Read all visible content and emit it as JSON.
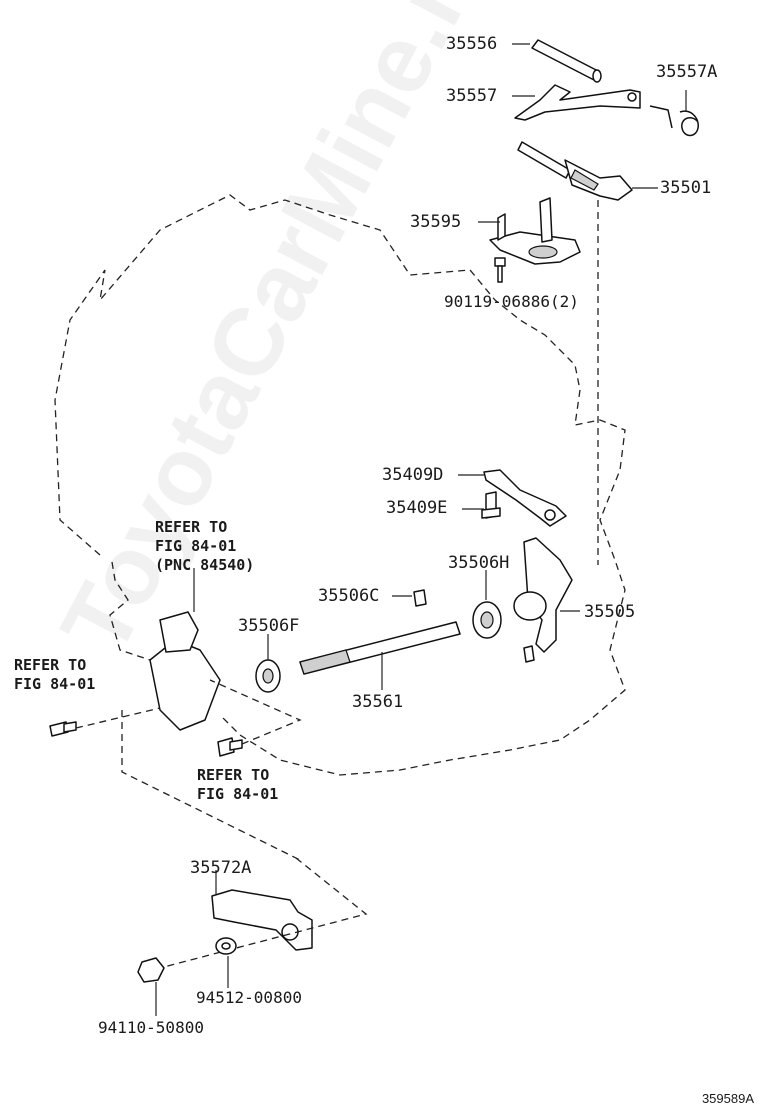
{
  "diagram": {
    "figure_number": "359589A",
    "watermark": "ToyotaCarMine.ru",
    "part_labels": {
      "p35556": "35556",
      "p35557": "35557",
      "p35557A": "35557A",
      "p35501": "35501",
      "p35595": "35595",
      "p90119": "90119-06886(2)",
      "p35409D": "35409D",
      "p35409E": "35409E",
      "p35506H": "35506H",
      "p35506C": "35506C",
      "p35505": "35505",
      "p35506F": "35506F",
      "p35561": "35561",
      "p35572A": "35572A",
      "p94512": "94512-00800",
      "p94110": "94110-50800"
    },
    "refer_notes": {
      "top": "REFER TO\nFIG 84-01\n(PNC 84540)",
      "left": "REFER TO\nFIG 84-01",
      "bottom": "REFER TO\nFIG 84-01"
    }
  }
}
